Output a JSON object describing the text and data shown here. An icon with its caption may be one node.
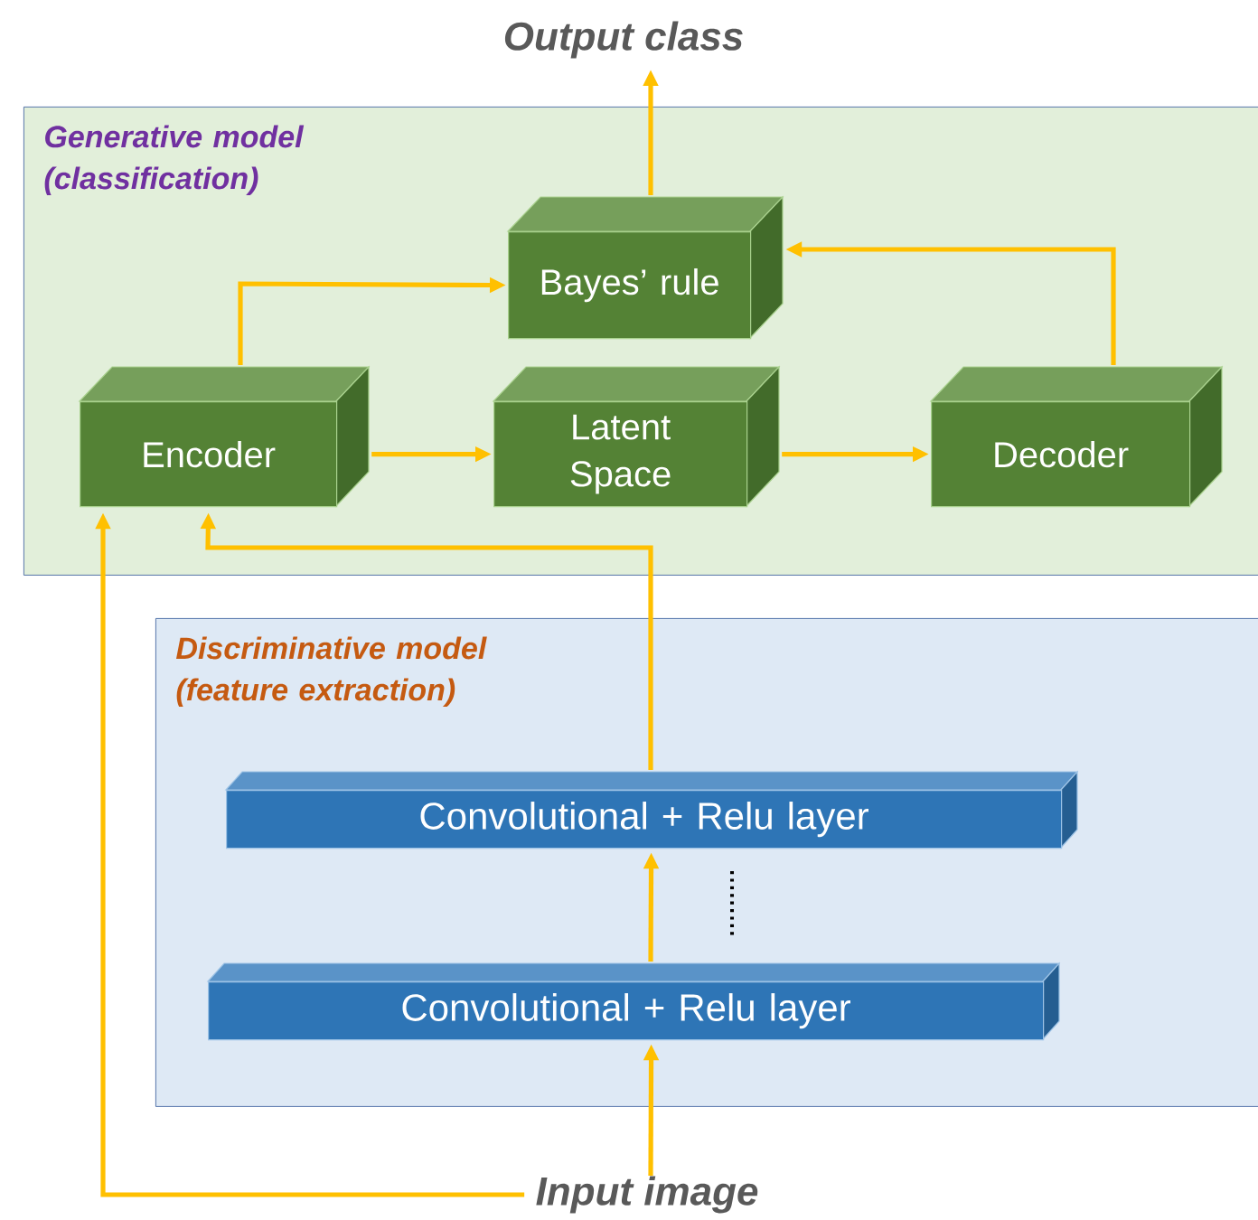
{
  "diagram": {
    "nodes": [
      {
        "text": [
          "Output class"
        ]
      },
      {
        "text": [
          "Generative model (classification)"
        ]
      },
      {
        "text": [
          "Bayes’ rule"
        ],
        "in": 1
      },
      {
        "text": [
          "Encoder"
        ],
        "in": 1
      },
      {
        "text": [
          "Latent Space"
        ],
        "in": 1
      },
      {
        "text": [
          "Decoder"
        ],
        "in": 1
      },
      {
        "text": [
          "Discriminative model (feature extraction)"
        ]
      },
      {
        "text": [
          "Convolutional + Relu layer"
        ],
        "in": 6
      },
      {
        "text": [
          "Convolutional + Relu layer"
        ],
        "in": 6
      },
      {
        "text": [
          "Input image"
        ]
      }
    ],
    "edges": [
      {
        "from": 2,
        "to": 0,
        "arrow": "to"
      },
      {
        "from": 3,
        "to": 2,
        "arrow": "to"
      },
      {
        "from": 5,
        "to": 2,
        "arrow": "to"
      },
      {
        "from": 3,
        "to": 4,
        "arrow": "to"
      },
      {
        "from": 4,
        "to": 5,
        "arrow": "to"
      },
      {
        "from": 7,
        "to": 3,
        "arrow": "to"
      },
      {
        "from": 8,
        "to": 7,
        "arrow": "to"
      },
      {
        "from": 9,
        "to": 8,
        "arrow": "to"
      },
      {
        "from": 9,
        "to": 3,
        "arrow": "to"
      }
    ]
  }
}
